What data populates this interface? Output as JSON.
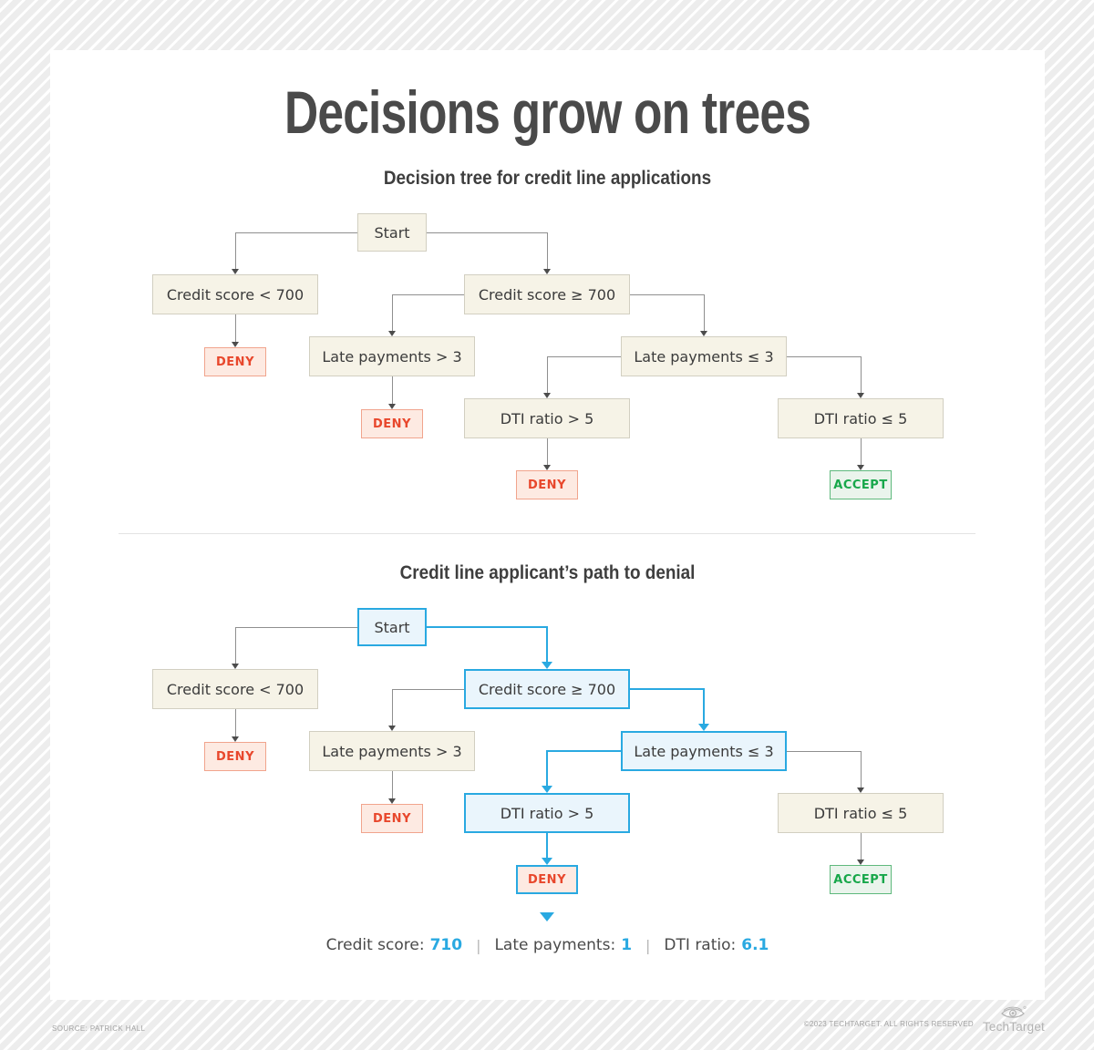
{
  "header": {
    "title": "Decisions grow on trees"
  },
  "tree1": {
    "title": "Decision tree for credit line applications",
    "nodes": [
      {
        "id": "start",
        "label": "Start",
        "kind": "decision"
      },
      {
        "id": "cs_lt",
        "label": "Credit score < 700",
        "kind": "decision"
      },
      {
        "id": "cs_ge",
        "label": "Credit score ≥ 700",
        "kind": "decision"
      },
      {
        "id": "deny_cs",
        "label": "DENY",
        "kind": "deny"
      },
      {
        "id": "lp_gt",
        "label": "Late payments > 3",
        "kind": "decision"
      },
      {
        "id": "lp_le",
        "label": "Late payments ≤ 3",
        "kind": "decision"
      },
      {
        "id": "deny_lp",
        "label": "DENY",
        "kind": "deny"
      },
      {
        "id": "dti_gt",
        "label": "DTI ratio > 5",
        "kind": "decision"
      },
      {
        "id": "dti_le",
        "label": "DTI ratio ≤ 5",
        "kind": "decision"
      },
      {
        "id": "deny_dti",
        "label": "DENY",
        "kind": "deny"
      },
      {
        "id": "accept",
        "label": "ACCEPT",
        "kind": "accept"
      }
    ],
    "highlighted_path": []
  },
  "tree2": {
    "title": "Credit line applicant’s path to denial",
    "nodes": [
      {
        "id": "start",
        "label": "Start",
        "kind": "decision"
      },
      {
        "id": "cs_lt",
        "label": "Credit score < 700",
        "kind": "decision"
      },
      {
        "id": "cs_ge",
        "label": "Credit score ≥ 700",
        "kind": "decision"
      },
      {
        "id": "deny_cs",
        "label": "DENY",
        "kind": "deny"
      },
      {
        "id": "lp_gt",
        "label": "Late payments > 3",
        "kind": "decision"
      },
      {
        "id": "lp_le",
        "label": "Late payments ≤ 3",
        "kind": "decision"
      },
      {
        "id": "deny_lp",
        "label": "DENY",
        "kind": "deny"
      },
      {
        "id": "dti_gt",
        "label": "DTI ratio > 5",
        "kind": "decision"
      },
      {
        "id": "dti_le",
        "label": "DTI ratio ≤ 5",
        "kind": "decision"
      },
      {
        "id": "deny_dti",
        "label": "DENY",
        "kind": "deny"
      },
      {
        "id": "accept",
        "label": "ACCEPT",
        "kind": "accept"
      }
    ],
    "highlighted_path": [
      "start",
      "cs_ge",
      "lp_le",
      "dti_gt",
      "deny_dti"
    ]
  },
  "applicant": {
    "stats": [
      {
        "label": "Credit score:",
        "value": "710"
      },
      {
        "label": "Late payments:",
        "value": "1"
      },
      {
        "label": "DTI ratio:",
        "value": "6.1"
      }
    ],
    "separator": "|"
  },
  "colors": {
    "highlight_blue": "#29a9e1",
    "deny_red": "#e8472c",
    "accept_green": "#17a74a",
    "box_beige": "#f6f3e7",
    "line_gray": "#8f8f8f"
  },
  "footer": {
    "source": "SOURCE: PATRICK HALL",
    "copyright": "©2023 TECHTARGET. ALL RIGHTS RESERVED",
    "brand": "TechTarget"
  }
}
